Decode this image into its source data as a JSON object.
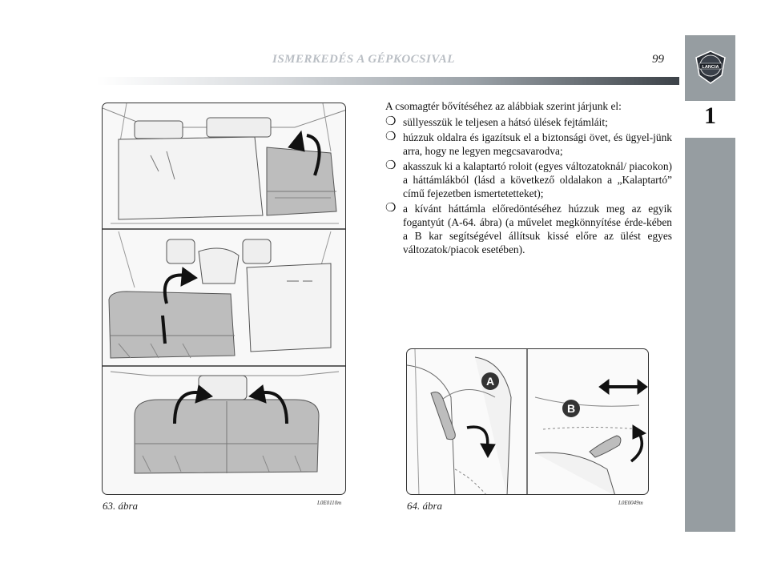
{
  "header": {
    "title": "ISMERKEDÉS A GÉPKOCSIVAL",
    "page_number": "99"
  },
  "sidebar": {
    "chapter": "1",
    "logo_text": "LANCIA"
  },
  "text": {
    "intro": "A csomagtér bővítéséhez az alábbiak szerint járjunk el:",
    "bullet_symbol": "❍",
    "bullets": [
      "süllyesszük le teljesen a hátsó ülések fejtámláit;",
      "húzzuk oldalra és igazítsuk el a biztonsági övet, és ügyel-jünk arra, hogy ne legyen megcsavarodva;",
      "akasszuk ki a kalaptartó roloit (egyes változatoknál/ piacokon) a háttámlákból (lásd a következő oldalakon a „Kalaptartó” című fejezetben ismertetetteket);",
      "a kívánt háttámla előredöntéséhez húzzuk meg az egyik fogantyút (A-64. ábra) (a művelet megkönnyítése érde-kében a B kar segítségével állítsuk kissé előre az ülést egyes változatok/piacok esetében)."
    ]
  },
  "figures": {
    "left": {
      "caption": "63. ábra",
      "code": "L0E0110m"
    },
    "right": {
      "caption": "64. ábra",
      "code": "L0E0049m",
      "label_a": "A",
      "label_b": "B"
    }
  }
}
